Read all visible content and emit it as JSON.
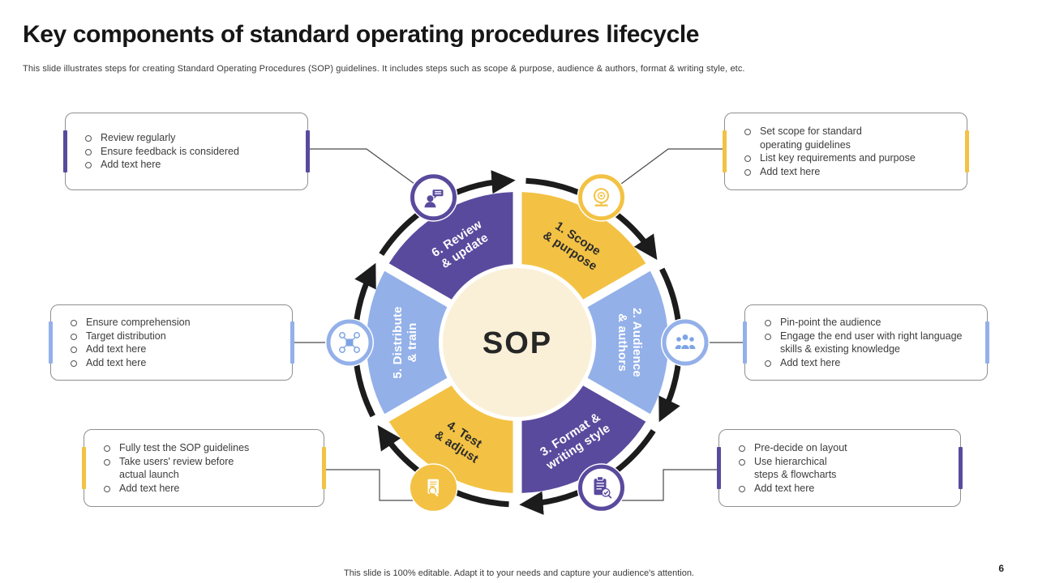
{
  "slide": {
    "title": "Key components of standard operating procedures lifecycle",
    "subtitle": "This slide illustrates steps for creating Standard Operating Procedures (SOP) guidelines. It includes steps such as scope & purpose, audience & authors, format & writing style, etc.",
    "footer": "This slide is 100% editable. Adapt it to your needs and capture your audience's attention.",
    "page_number": "6"
  },
  "diagram": {
    "center_label": "SOP",
    "colors": {
      "yellow": "#f3c244",
      "blue": "#93b0e9",
      "purple": "#5a4a9d",
      "center_bg": "#faf0d8",
      "arrow": "#1c1c1c"
    },
    "segments": [
      {
        "id": "1",
        "label_line1": "1. Scope",
        "label_line2": "& purpose",
        "color": "#f3c244",
        "icon": "scope-target-icon"
      },
      {
        "id": "2",
        "label_line1": "2. Audience",
        "label_line2": "& authors",
        "color": "#93b0e9",
        "icon": "audience-people-icon"
      },
      {
        "id": "3",
        "label_line1": "3. Format &",
        "label_line2": "writing style",
        "color": "#5a4a9d",
        "icon": "clipboard-check-icon"
      },
      {
        "id": "4",
        "label_line1": "4. Test",
        "label_line2": "& adjust",
        "color": "#f3c244",
        "icon": "document-magnifier-icon"
      },
      {
        "id": "5",
        "label_line1": "5. Distribute",
        "label_line2": "& train",
        "color": "#93b0e9",
        "icon": "network-distribution-icon"
      },
      {
        "id": "6",
        "label_line1": "6. Review",
        "label_line2": "& update",
        "color": "#5a4a9d",
        "icon": "person-feedback-icon"
      }
    ]
  },
  "boxes": {
    "top_left": {
      "accent": "#5a4a9d",
      "items": [
        "Review  regularly",
        "Ensure feedback is considered",
        "Add text here"
      ]
    },
    "top_right": {
      "accent": "#f3c244",
      "items": [
        "Set scope for  standard\noperating  guidelines",
        "List key requirements  and purpose",
        "Add text here"
      ]
    },
    "mid_left": {
      "accent": "#93b0e9",
      "items": [
        "Ensure  comprehension",
        "Target  distribution",
        "Add text here",
        "Add text here"
      ]
    },
    "mid_right": {
      "accent": "#93b0e9",
      "items": [
        "Pin-point the audience",
        "Engage the end user with right language\nskills & existing knowledge",
        "Add text here"
      ]
    },
    "bottom_left": {
      "accent": "#f3c244",
      "items": [
        "Fully test the SOP guidelines",
        "Take  users' review  before\nactual launch",
        "Add text here"
      ]
    },
    "bottom_right": {
      "accent": "#5a4a9d",
      "items": [
        "Pre-decide  on layout",
        "Use hierarchical\nsteps & flowcharts",
        "Add text here"
      ]
    }
  }
}
